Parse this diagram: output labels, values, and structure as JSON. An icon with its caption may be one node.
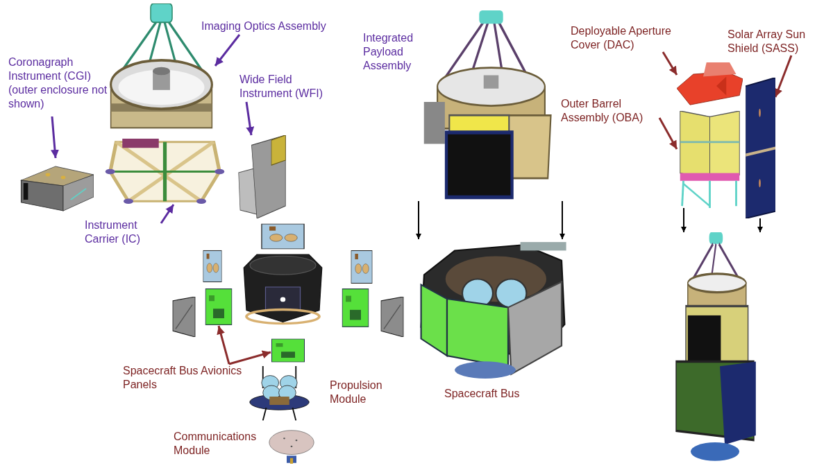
{
  "diagram": {
    "nodes": [
      {
        "text": [
          "Coronagraph Instrument (CGI) (outer enclosure not shown)"
        ]
      },
      {
        "text": [],
        "shape": "picture"
      },
      {
        "text": [
          "Imaging Optics Assembly"
        ]
      },
      {
        "text": [],
        "shape": "picture"
      },
      {
        "text": [],
        "shape": "picture"
      },
      {
        "text": [
          "Instrument Carrier (IC)"
        ]
      },
      {
        "text": [
          "Wide Field Instrument (WFI)"
        ]
      },
      {
        "text": [],
        "shape": "picture"
      },
      {
        "text": [],
        "shape": "picture",
        "beside": [
          "Integrated Payload Assembly"
        ]
      },
      {
        "text": [
          "Deployable Aperture Cover (DAC)"
        ]
      },
      {
        "text": [
          "Solar Array Sun Shield (SASS)"
        ]
      },
      {
        "text": [
          "Outer Barrel Assembly (OBA)"
        ]
      },
      {
        "text": [],
        "shape": "picture"
      },
      {
        "text": [],
        "shape": "picture"
      },
      {
        "text": [],
        "shape": "picture"
      },
      {
        "text": [],
        "shape": "picture"
      },
      {
        "text": [],
        "shape": "picture"
      },
      {
        "text": [
          "Spacecraft Bus Avionics Panels"
        ]
      },
      {
        "text": [],
        "shape": "picture",
        "beside": [
          "Propulsion Module"
        ]
      },
      {
        "text": [],
        "shape": "picture",
        "beside": [
          "Communications Module"
        ]
      },
      {
        "text": [],
        "shape": "picture",
        "beside": [
          "Spacecraft Bus"
        ]
      },
      {
        "text": [],
        "shape": "picture"
      }
    ],
    "edges": [
      {
        "from": 0,
        "to": 1,
        "arrow": "to",
        "color": "#5b2ca0"
      },
      {
        "from": 2,
        "to": 3,
        "arrow": "to",
        "color": "#5b2ca0"
      },
      {
        "from": 6,
        "to": 7,
        "arrow": "to",
        "color": "#5b2ca0"
      },
      {
        "from": 5,
        "to": 4,
        "arrow": "to",
        "color": "#5b2ca0"
      },
      {
        "from": 9,
        "to": 12,
        "arrow": "to"
      },
      {
        "from": 10,
        "to": 14,
        "arrow": "to"
      },
      {
        "from": 11,
        "to": 13,
        "arrow": "to"
      },
      {
        "from": 17,
        "to": 15,
        "arrow": "to"
      },
      {
        "from": 17,
        "to": 16,
        "arrow": "to"
      },
      {
        "from": 8,
        "to": 20,
        "arrow": "to",
        "color": "#000000"
      },
      {
        "from": 8,
        "to": 20,
        "arrow": "to",
        "color": "#000000"
      },
      {
        "from": 13,
        "to": 21,
        "arrow": "to",
        "color": "#000000"
      },
      {
        "from": 14,
        "to": 21,
        "arrow": "to",
        "color": "#000000"
      }
    ]
  }
}
